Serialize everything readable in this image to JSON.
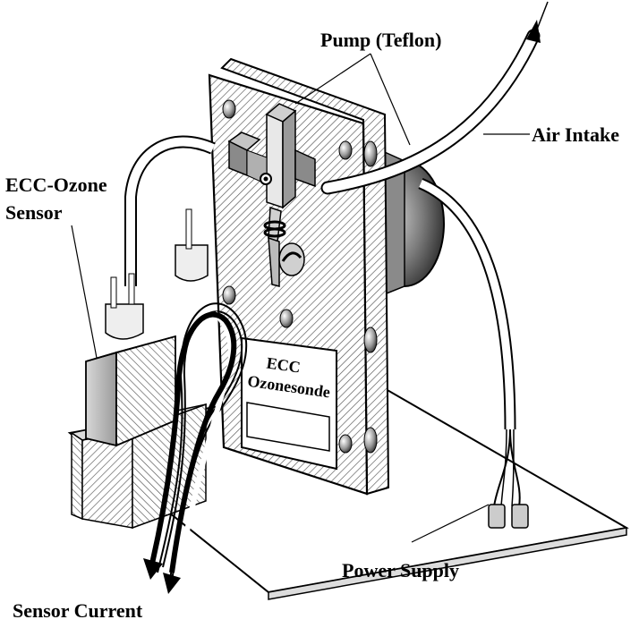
{
  "diagram": {
    "labels": {
      "pump": "Pump (Teflon)",
      "air_intake": "Air Intake",
      "sensor_line1": "ECC-Ozone",
      "sensor_line2": "Sensor",
      "power_supply": "Power Supply",
      "sensor_current": "Sensor Current"
    },
    "plate": {
      "line1": "ECC",
      "line2": "Ozonesonde"
    }
  }
}
